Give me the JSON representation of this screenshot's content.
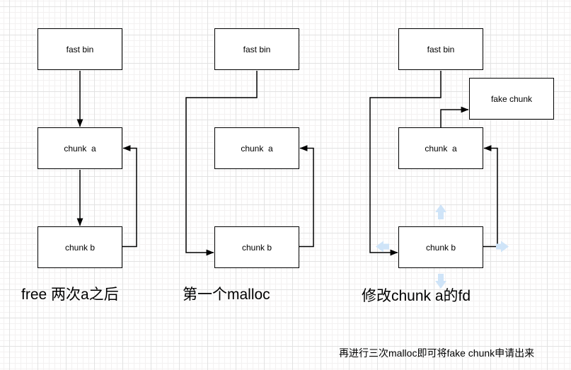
{
  "colors": {
    "box_fill": "#ffffff",
    "box_border": "#000000",
    "connector": "#000000",
    "text": "#000000",
    "hover_arrow": "#cfe4f8",
    "grid_minor": "#f3f1f1",
    "grid_major": "#e2e2e2"
  },
  "icons": {
    "hover_arrow_up": "pale-blue-up-arrow",
    "hover_arrow_down": "pale-blue-down-arrow",
    "hover_arrow_left": "pale-blue-left-arrow",
    "hover_arrow_right": "pale-blue-right-arrow"
  },
  "diagrams": [
    {
      "caption": "free 两次a之后",
      "nodes": {
        "fast_bin": "fast bin",
        "chunk_a": "chunk  a",
        "chunk_b": "chunk b"
      }
    },
    {
      "caption": "第一个malloc",
      "nodes": {
        "fast_bin": "fast bin",
        "chunk_a": "chunk  a",
        "chunk_b": "chunk b"
      }
    },
    {
      "caption": "修改chunk a的fd",
      "nodes": {
        "fast_bin": "fast bin",
        "chunk_a": "chunk  a",
        "chunk_b": "chunk b",
        "fake_chunk": "fake chunk"
      }
    }
  ],
  "footnote": "再进行三次malloc即可将fake chunk申请出来"
}
